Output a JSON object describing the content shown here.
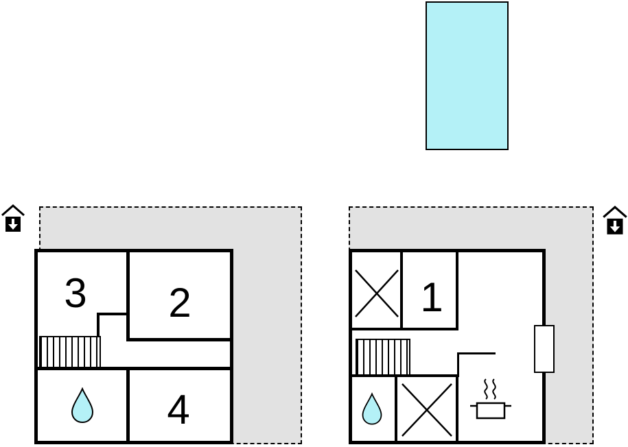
{
  "colors": {
    "pool-fill": "#b4f1f7",
    "terrace-fill": "#e2e2e2",
    "wall": "#000000",
    "water-fill": "#b4f1f7",
    "floor-fill": "#ffffff"
  },
  "left_plan": {
    "rooms": [
      {
        "id": "room-3",
        "label": "3"
      },
      {
        "id": "room-2",
        "label": "2"
      },
      {
        "id": "room-4",
        "label": "4"
      }
    ]
  },
  "right_plan": {
    "rooms": [
      {
        "id": "room-1",
        "label": "1"
      }
    ]
  },
  "icons": {
    "entrance_left": "house-roof-with-down-arrow",
    "entrance_right": "house-roof-with-down-arrow",
    "stairs_left_house": "vertical-striped-stairs",
    "stairs_right_house": "vertical-striped-stairs",
    "bathroom_left_house": "water-drop",
    "bathroom_right_house": "water-drop",
    "right_house_top_fixture": "x-crossed-square",
    "right_house_bottom_fixture": "x-crossed-square",
    "kitchen_right_house": "steaming-pot",
    "right_wall_opening": "white-rectangle-door"
  }
}
